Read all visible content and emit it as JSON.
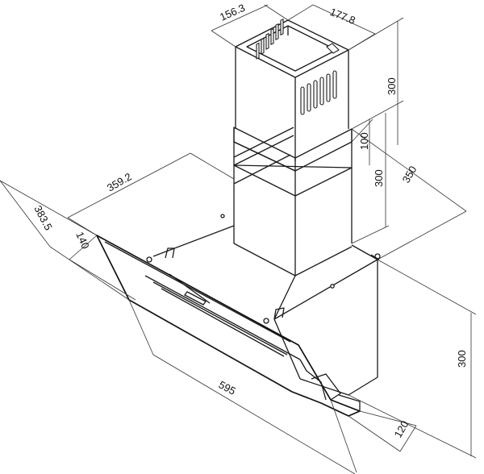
{
  "dimensions": {
    "chimney_depth": "156.3",
    "chimney_width": "177.8",
    "upper_chimney_height": "300",
    "overlap": "100",
    "lower_chimney_height": "300",
    "wall_offset": "350",
    "hood_depth": "359.2",
    "glass_panel": "383.5",
    "glass_depth": "140",
    "hood_width": "595",
    "body_height": "300",
    "bottom_depth": "120"
  },
  "colors": {
    "line": "#1a1a1a",
    "background": "#ffffff"
  }
}
